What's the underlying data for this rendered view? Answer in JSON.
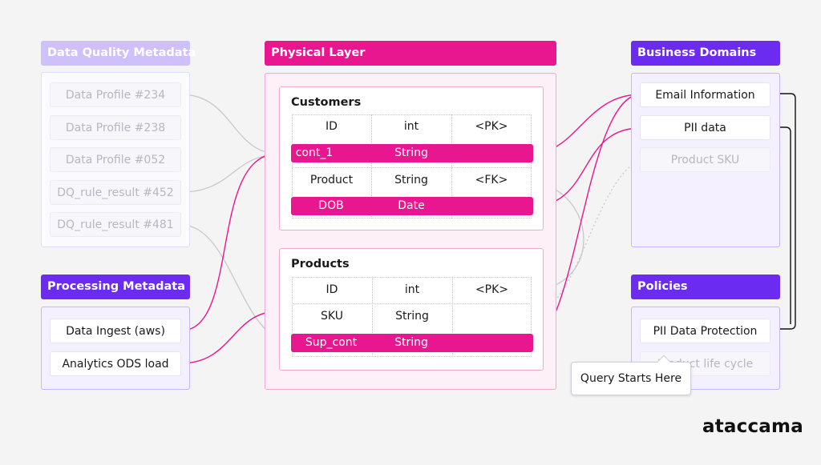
{
  "colors": {
    "pink": "#e8178f",
    "purple": "#6c2bf0",
    "faded_purple": "#cfc0fb",
    "grey_link": "#c8c8cc",
    "black_link": "#111111"
  },
  "dq": {
    "title": "Data Quality Metadata",
    "items": [
      "Data Profile #234",
      "Data Profile #238",
      "Data Profile #052",
      "DQ_rule_result #452",
      "DQ_rule_result #481"
    ]
  },
  "processing": {
    "title": "Processing Metadata",
    "items": [
      "Data Ingest (aws)",
      "Analytics ODS load"
    ]
  },
  "physical": {
    "title": "Physical Layer",
    "customers": {
      "title": "Customers",
      "rows": [
        [
          "ID",
          "int",
          "<PK>"
        ],
        [
          "cont_1",
          "String",
          ""
        ],
        [
          "Product",
          "String",
          "<FK>"
        ],
        [
          "DOB",
          "Date",
          ""
        ]
      ]
    },
    "products": {
      "title": "Products",
      "rows": [
        [
          "ID",
          "int",
          "<PK>"
        ],
        [
          "SKU",
          "String",
          ""
        ],
        [
          "Sup_cont",
          "String",
          ""
        ]
      ]
    }
  },
  "business": {
    "title": "Business Domains",
    "items": [
      "Email Information",
      "PII data",
      "Product SKU"
    ]
  },
  "policies": {
    "title": "Policies",
    "items": [
      "PII Data Protection",
      "Product life cycle"
    ]
  },
  "tooltip": {
    "text": "Query Starts Here"
  },
  "brand": {
    "name": "ataccama"
  }
}
